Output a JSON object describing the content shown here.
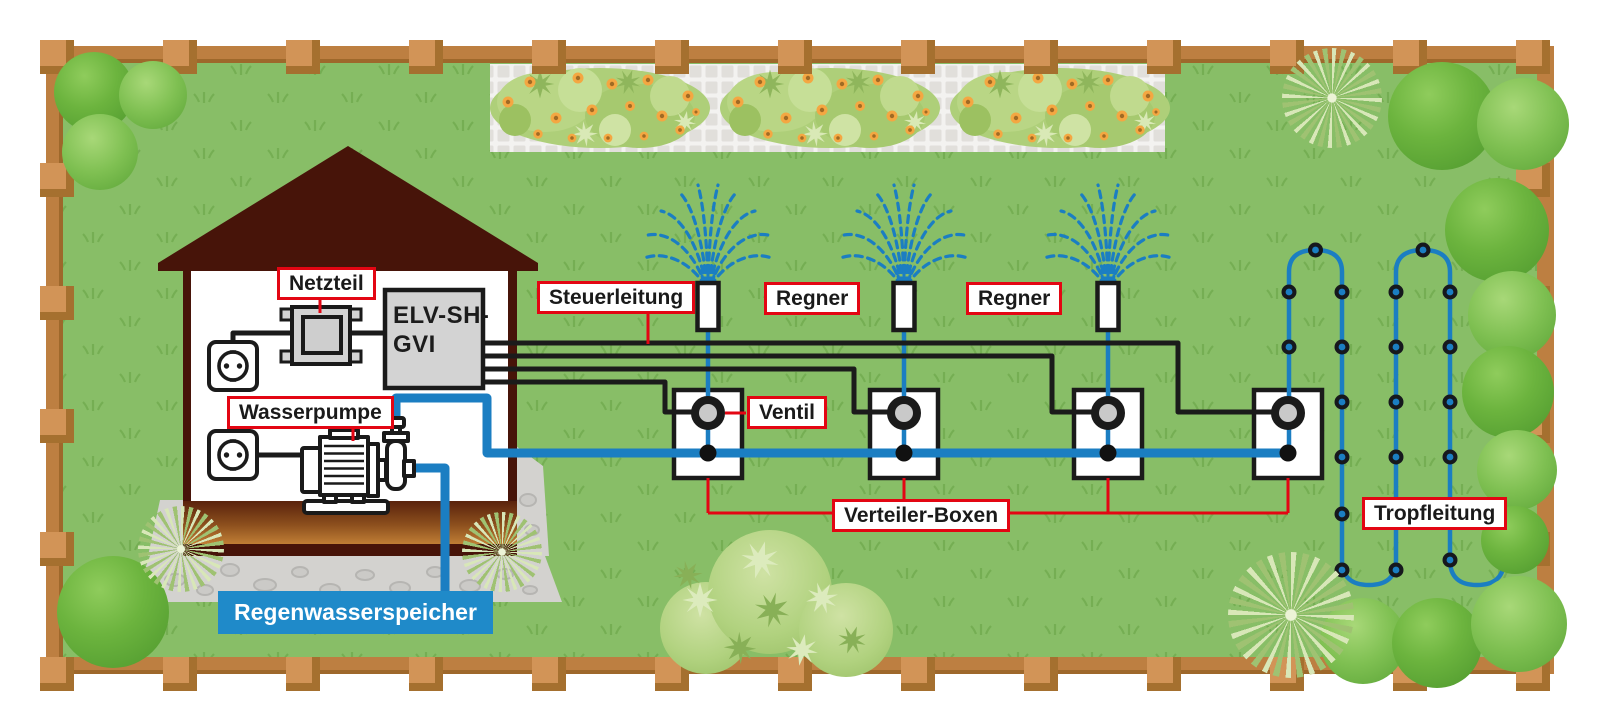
{
  "diagram": {
    "labels": {
      "netzteil": "Netzteil",
      "elv_line1": "ELV-SH-",
      "elv_line2": "GVI",
      "wasserpumpe": "Wasserpumpe",
      "steuerleitung": "Steuerleitung",
      "regner_1": "Regner",
      "regner_2": "Regner",
      "ventil": "Ventil",
      "verteiler_boxen": "Verteiler-Boxen",
      "tropfleitung": "Tropfleitung",
      "regenwasserspeicher": "Regenwasserspeicher"
    },
    "colors": {
      "label_border_red": "#e30613",
      "water_blue": "#1b7ec2",
      "storage_label_bg": "#1f8ac9",
      "grass_green": "#88be67",
      "wire_black": "#1b1b1b",
      "fence_brown": "#bd7f41",
      "roof_brown": "#471409",
      "device_gray": "#d3d3d3"
    },
    "icons": [
      "power-outlet-icon",
      "power-outlet-icon",
      "power-supply-icon",
      "irrigation-controller-icon",
      "water-pump-icon",
      "check-valve-icon",
      "sprinkler-icon",
      "sprinkler-icon",
      "sprinkler-icon",
      "valve-box-icon",
      "valve-box-icon",
      "valve-box-icon",
      "valve-box-icon",
      "drip-line-icon",
      "rain-storage-pipe-icon"
    ]
  }
}
